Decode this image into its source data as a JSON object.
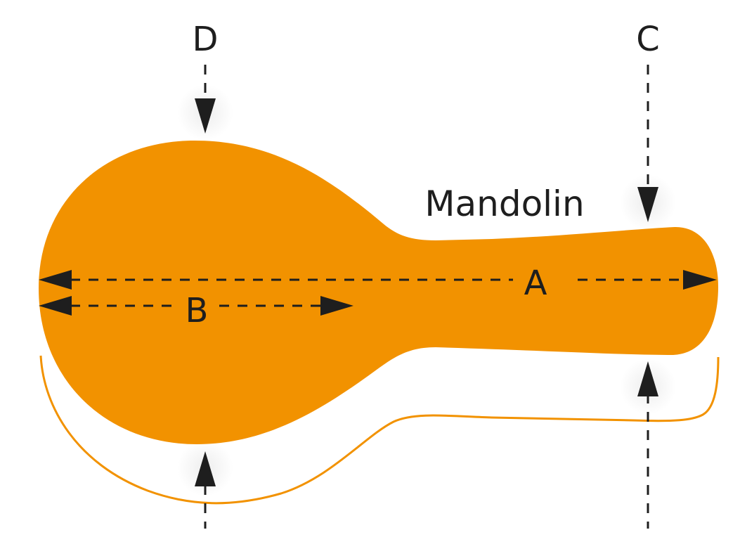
{
  "diagram": {
    "instrument_label": "Mandolin",
    "dimensions": {
      "a": "A",
      "b": "B",
      "c": "C",
      "d": "D"
    },
    "colors": {
      "body": "#f29200",
      "outline": "#f29200",
      "arrows": "#1e1e1e",
      "background": "#ffffff"
    }
  }
}
